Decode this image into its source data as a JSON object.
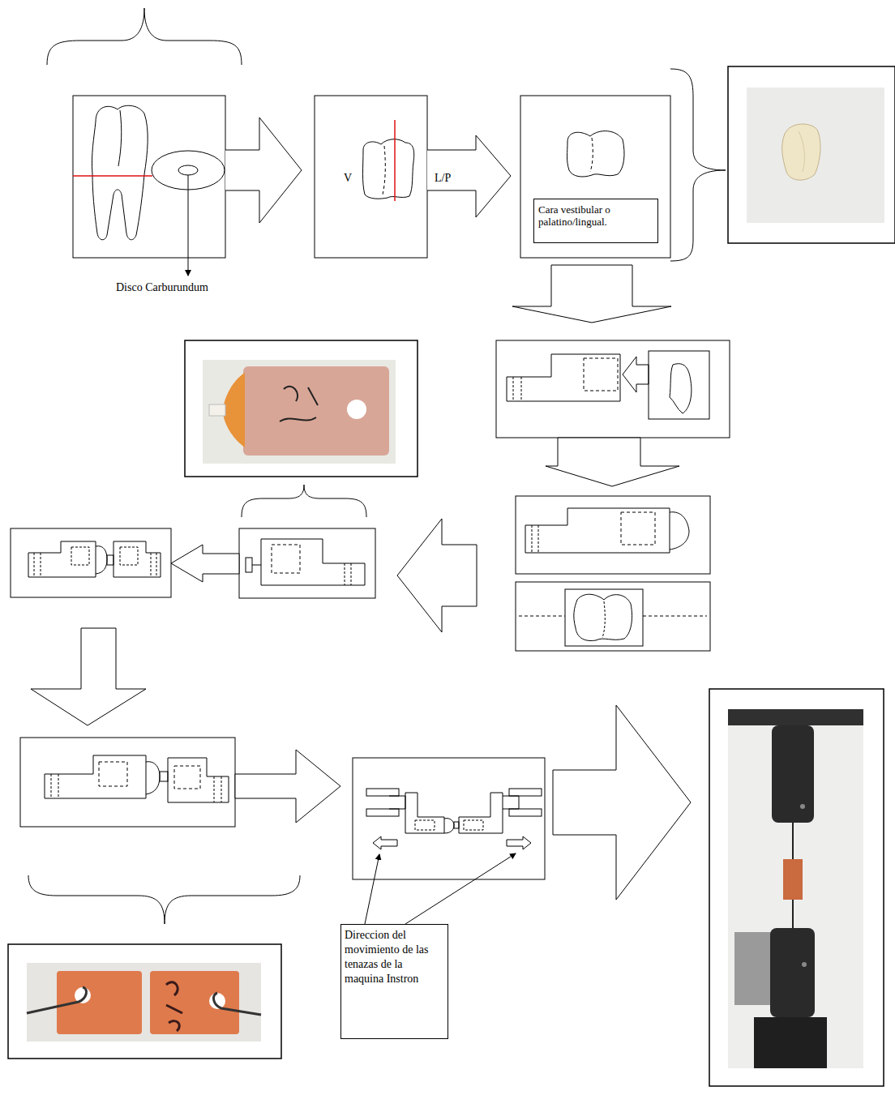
{
  "diagram": {
    "nodes": [
      {
        "text": [
          "Cara vestibular o palatino/lingual."
        ]
      },
      {
        "text": [
          "Direccion del movimiento de las tenazas de la maquina Instron"
        ]
      }
    ],
    "labels": [
      "Disco Carburundum",
      "V",
      "L/P"
    ]
  }
}
